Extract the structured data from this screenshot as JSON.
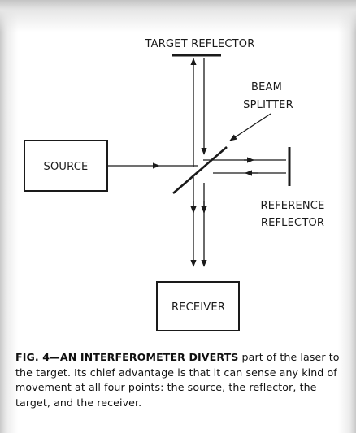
{
  "diagram": {
    "labels": {
      "target_reflector": "TARGET REFLECTOR",
      "beam_splitter_line1": "BEAM",
      "beam_splitter_line2": "SPLITTER",
      "source": "SOURCE",
      "reference_line1": "REFERENCE",
      "reference_line2": "REFLECTOR",
      "receiver": "RECEIVER"
    }
  },
  "caption": {
    "lead": "FIG. 4—AN INTERFEROMETER DIVERTS",
    "text": " part of the laser to the target. Its chief advantage is that it can sense any kind of movement at all four points: the source, the reflector, the target, and the receiver."
  }
}
